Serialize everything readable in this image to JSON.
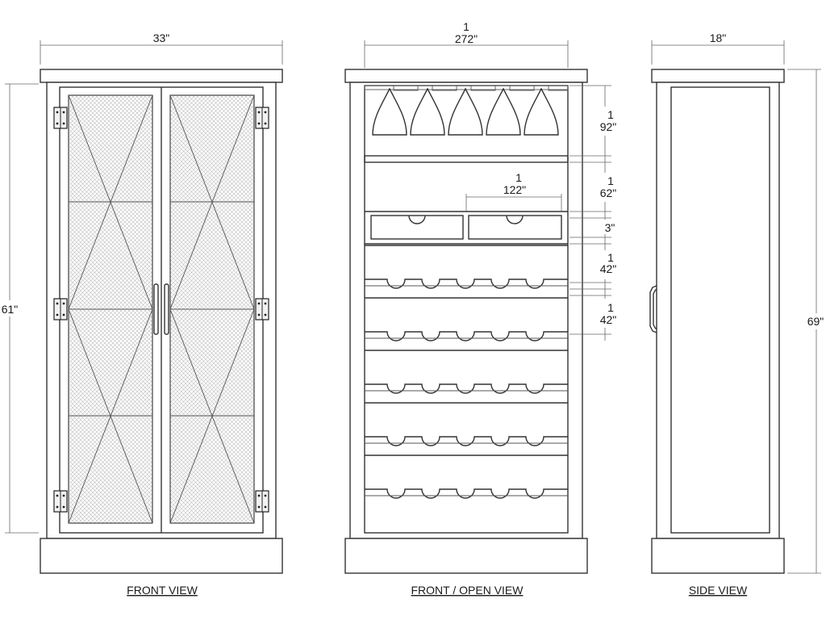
{
  "views": {
    "front": {
      "title": "FRONT VIEW",
      "width": "33\"",
      "height": "61\""
    },
    "open": {
      "title": "FRONT / OPEN VIEW",
      "top_width": {
        "line1": "1",
        "line2": "272\""
      },
      "glass_rack": {
        "line1": "1",
        "line2": "92\""
      },
      "shelf": {
        "line1": "1",
        "line2": "62\""
      },
      "drawer_width": {
        "line1": "1",
        "line2": "122\""
      },
      "drawer_height": "3\"",
      "rack_1": {
        "line1": "1",
        "line2": "42\""
      },
      "rack_2": {
        "line1": "1",
        "line2": "42\""
      }
    },
    "side": {
      "title": "SIDE VIEW",
      "depth": "18\"",
      "height": "69\""
    }
  },
  "colors": {
    "line": "#333333",
    "mesh": "#bdbdbd",
    "background": "#ffffff"
  }
}
